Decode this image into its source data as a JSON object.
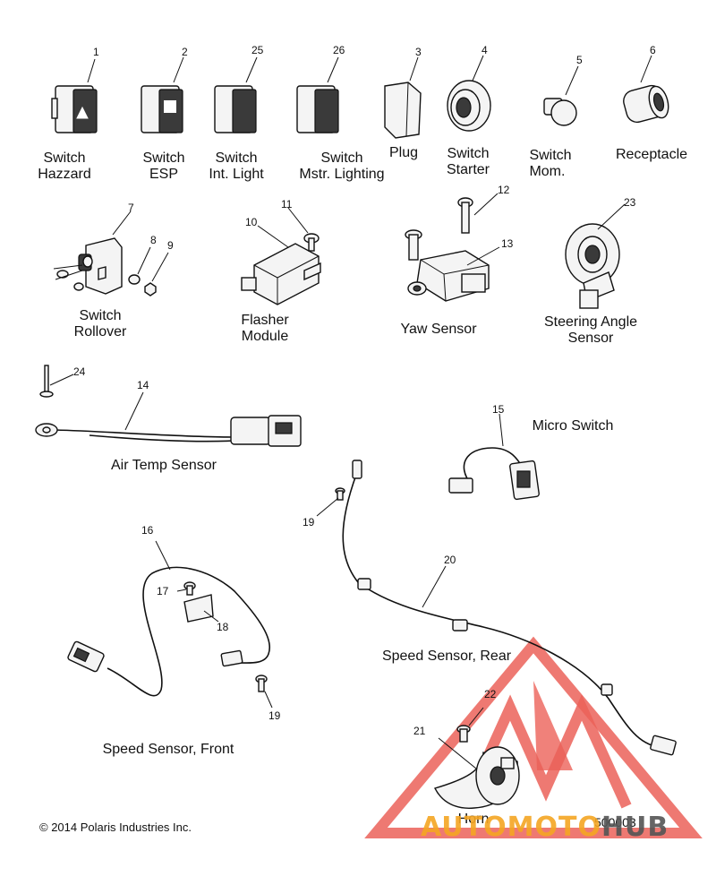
{
  "parts": {
    "switch_hazzard": {
      "label": "Switch\nHazzard",
      "number": "1"
    },
    "switch_esp": {
      "label": "Switch\nESP",
      "number": "2"
    },
    "switch_int_light": {
      "label": "Switch\nInt. Light",
      "number": "25"
    },
    "switch_mstr_lighting": {
      "label": "Switch\nMstr. Lighting",
      "number": "26"
    },
    "plug": {
      "label": "Plug",
      "number": "3"
    },
    "switch_starter": {
      "label": "Switch\nStarter",
      "number": "4"
    },
    "switch_mom": {
      "label": "Switch\nMom.",
      "number": "5"
    },
    "receptacle": {
      "label": "Receptacle",
      "number": "6"
    },
    "switch_rollover": {
      "label": "Switch\nRollover",
      "number": "7",
      "washer_number": "8",
      "nut_number": "9"
    },
    "flasher_module": {
      "label": "Flasher\nModule",
      "number": "10",
      "screw_number": "11"
    },
    "yaw_sensor": {
      "label": "Yaw Sensor",
      "number": "13",
      "bolt_number": "12"
    },
    "steering_angle_sensor": {
      "label": "Steering Angle\nSensor",
      "number": "23"
    },
    "air_temp_sensor": {
      "label": "Air Temp Sensor",
      "number": "14",
      "rivet_number": "24"
    },
    "micro_switch": {
      "label": "Micro Switch",
      "number": "15"
    },
    "speed_sensor_front": {
      "label": "Speed Sensor, Front",
      "number": "16",
      "screw_number": "17",
      "bracket_number": "18",
      "bolt_number": "19"
    },
    "speed_sensor_rear": {
      "label": "Speed Sensor, Rear",
      "number": "20",
      "bolt_number": "19"
    },
    "horn": {
      "label": "Horn",
      "number": "21",
      "screw_number": "22"
    }
  },
  "footer": {
    "copyright": "© 2014 Polaris Industries Inc.",
    "diagram_id": "500003"
  },
  "watermark": {
    "text_prefix": "AUTOMOTO",
    "text_suffix": "HUB",
    "accent_color": "#e8463c",
    "prefix_color": "#f5a623",
    "suffix_color": "#555555"
  }
}
